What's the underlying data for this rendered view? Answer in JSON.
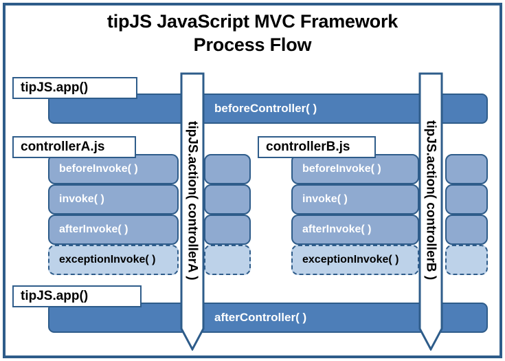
{
  "title": {
    "line1": "tipJS JavaScript MVC Framework",
    "line2": "Process Flow"
  },
  "colors": {
    "frame_border": "#2E5C8A",
    "bar_fill": "#4D7EB8",
    "block_fill": "#8FAAD0",
    "exception_fill": "#BDD2E9",
    "white": "#FFFFFF",
    "black": "#000000"
  },
  "top_section": {
    "tag_label": "tipJS.app()",
    "bar_label": "beforeController( )"
  },
  "bottom_section": {
    "tag_label": "tipJS.app()",
    "bar_label": "afterController( )"
  },
  "arrows": [
    {
      "label": "tipJS.action( controllerA )"
    },
    {
      "label": "tipJS.action( controllerB )"
    }
  ],
  "controllers": [
    {
      "tag_label": "controllerA.js",
      "methods": [
        {
          "label": "beforeInvoke( )",
          "style": "normal"
        },
        {
          "label": "invoke( )",
          "style": "normal"
        },
        {
          "label": "afterInvoke( )",
          "style": "normal"
        },
        {
          "label": "exceptionInvoke( )",
          "style": "exception"
        }
      ]
    },
    {
      "tag_label": "controllerB.js",
      "methods": [
        {
          "label": "beforeInvoke( )",
          "style": "normal"
        },
        {
          "label": "invoke( )",
          "style": "normal"
        },
        {
          "label": "afterInvoke( )",
          "style": "normal"
        },
        {
          "label": "exceptionInvoke( )",
          "style": "exception"
        }
      ]
    }
  ]
}
